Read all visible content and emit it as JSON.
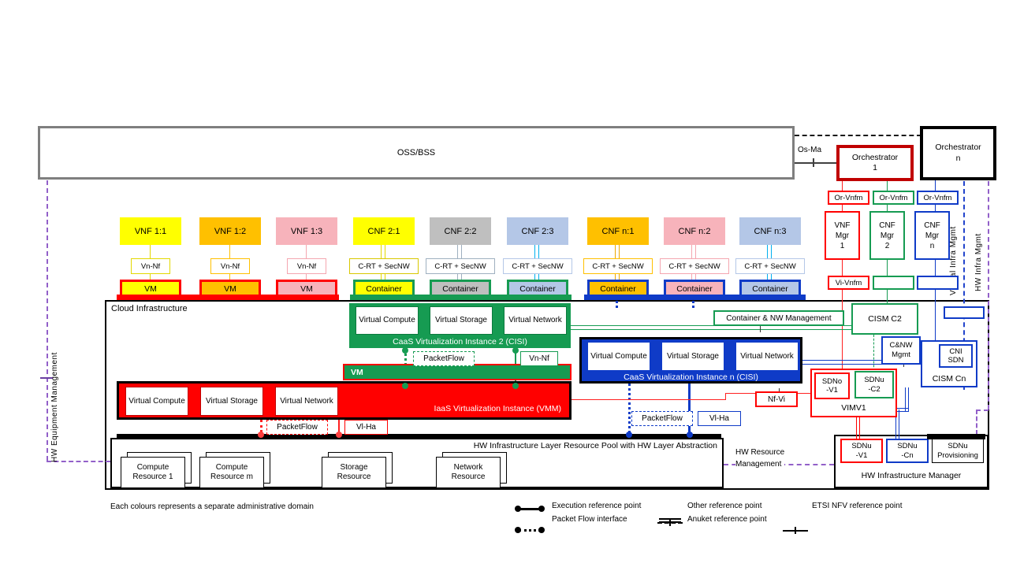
{
  "colors": {
    "red": "#ff0000",
    "dark_red": "#c00000",
    "green": "#169b52",
    "blue": "#0f3bc7",
    "yellow": "#ffff00",
    "orange": "#ffc000",
    "pink": "#f7b3bb",
    "gray": "#bfbfbf",
    "light_blue": "#b4c7e7",
    "cyan": "#00b0f0",
    "purple": "#9260c9",
    "oss_border_gray": "#7f7f7f"
  },
  "oss_bss": "OSS/BSS",
  "os_ma": "Os-Ma",
  "orch1": [
    "Orchestrator",
    "1"
  ],
  "orchn": [
    "Orchestrator",
    "n"
  ],
  "nfs": [
    {
      "label": "VNF 1:1",
      "iface": "Vn-Nf",
      "unit": "VM"
    },
    {
      "label": "VNF 1:2",
      "iface": "Vn-Nf",
      "unit": "VM"
    },
    {
      "label": "VNF 1:3",
      "iface": "Vn-Nf",
      "unit": "VM"
    },
    {
      "label": "CNF 2:1",
      "iface": "C-RT + SecNW",
      "unit": "Container"
    },
    {
      "label": "CNF 2:2",
      "iface": "C-RT + SecNW",
      "unit": "Container"
    },
    {
      "label": "CNF 2:3",
      "iface": "C-RT + SecNW",
      "unit": "Container"
    },
    {
      "label": "CNF n:1",
      "iface": "C-RT + SecNW",
      "unit": "Container"
    },
    {
      "label": "CNF n:2",
      "iface": "C-RT + SecNW",
      "unit": "Container"
    },
    {
      "label": "CNF n:3",
      "iface": "C-RT + SecNW",
      "unit": "Container"
    }
  ],
  "cloud_label": "Cloud Infrastructure",
  "caas2": {
    "compute": "Virtual Compute",
    "storage": "Virtual Storage",
    "network": "Virtual Network",
    "label": "CaaS Virtualization Instance 2 (CISI)"
  },
  "caasn": {
    "compute": "Virtual Compute",
    "storage": "Virtual Storage",
    "network": "Virtual Network",
    "label": "CaaS Virtualization Instance n (CISI)"
  },
  "iaas": {
    "compute": "Virtual Compute",
    "storage": "Virtual Storage",
    "network": "Virtual Network",
    "label": "IaaS Virtualization Instance (VMM)"
  },
  "vm_bar": "VM",
  "ifc": {
    "packetflow": "PacketFlow",
    "vn_nf": "Vn-Nf",
    "vl_ha": "Vl-Ha",
    "nf_vi": "Nf-Vi",
    "or_vnfm": "Or-Vnfm",
    "vi_vnfm": "Vi-Vnfm"
  },
  "hw_pool": {
    "label": "HW Infrastructure Layer Resource Pool with HW Layer Abstraction",
    "resources": [
      [
        "Compute",
        "Resource 1"
      ],
      [
        "Compute",
        "Resource m"
      ],
      [
        "Storage",
        "Resource"
      ],
      [
        "Network",
        "Resource"
      ]
    ]
  },
  "hw_res_mgmt": [
    "HW Resource",
    "Management"
  ],
  "hw_mgr": {
    "label": "HW Infrastructure Manager",
    "sdnu_v1": [
      "SDNu",
      "-V1"
    ],
    "sdnu_cn": [
      "SDNu",
      "-Cn"
    ],
    "sdnu_prov": [
      "SDNu",
      "Provisioning"
    ]
  },
  "mgrs": {
    "vnf1": [
      "VNF",
      "Mgr",
      "1"
    ],
    "cnf2": [
      "CNF",
      "Mgr",
      "2"
    ],
    "cnfn": [
      "CNF",
      "Mgr",
      "n"
    ]
  },
  "mgmt": {
    "cism_c2": "CISM C2",
    "cism_cn": "CISM Cn",
    "cni_sdn": [
      "CNI",
      "SDN"
    ],
    "cnw_mgmt": [
      "C&NW",
      "Mgmt"
    ],
    "cont_nw_mgmt": "Container & NW Management",
    "vimv1": "VIMV1",
    "sdno_v1": [
      "SDNo",
      "-V1"
    ],
    "sdnu_c2": [
      "SDNu",
      "-C2"
    ]
  },
  "side": {
    "hw_equipment": "HW Equipment Management",
    "virtual_infra": "Virtual Infra Mgmt",
    "hw_infra": "HW Infra Mgmt"
  },
  "footnote": "Each colours represents a separate administrative domain",
  "legend": {
    "execution": "Execution reference point",
    "packet_flow": "Packet Flow interface",
    "other": "Other reference point",
    "anuket": "Anuket reference point",
    "etsi": "ETSI NFV reference point"
  }
}
